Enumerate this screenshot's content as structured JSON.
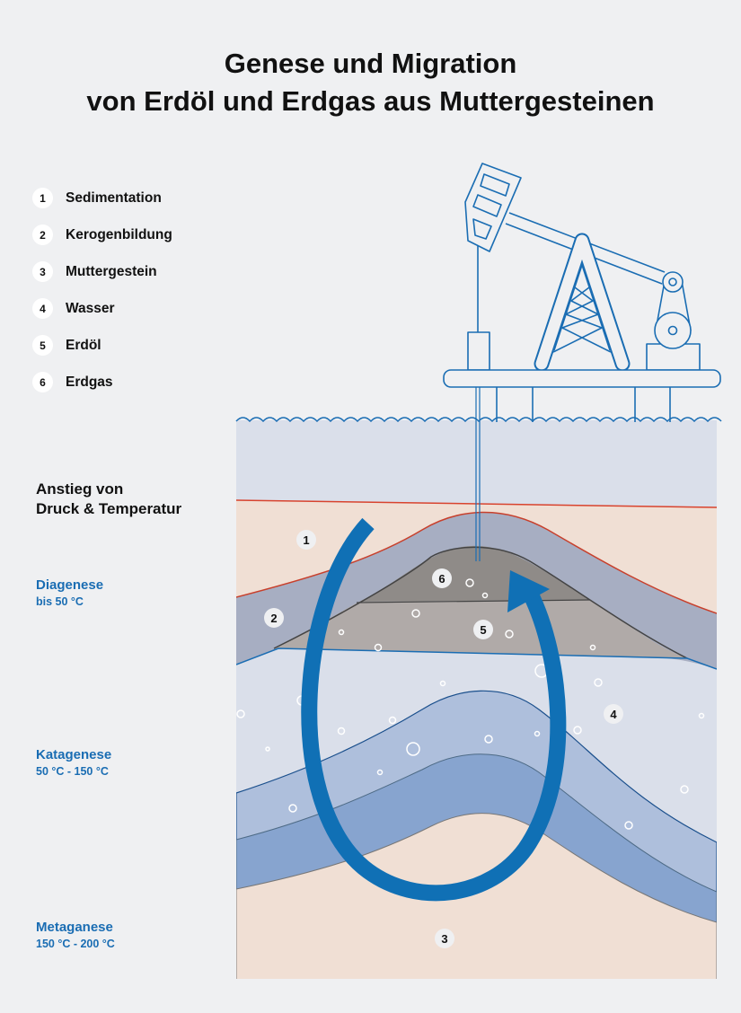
{
  "title": {
    "line1": "Genese und Migration",
    "line2": "von Erdöl und Erdgas aus Muttergesteinen"
  },
  "legend": [
    {
      "num": "1",
      "label": "Sedimentation"
    },
    {
      "num": "2",
      "label": "Kerogenbildung"
    },
    {
      "num": "3",
      "label": "Muttergestein"
    },
    {
      "num": "4",
      "label": "Wasser"
    },
    {
      "num": "5",
      "label": "Erdöl"
    },
    {
      "num": "6",
      "label": "Erdgas"
    }
  ],
  "side": {
    "heading_line1": "Anstieg von",
    "heading_line2": "Druck & Temperatur",
    "stages": [
      {
        "name": "Diagenese",
        "range": "bis 50 °C"
      },
      {
        "name": "Katagenese",
        "range": "50 °C - 150 °C"
      },
      {
        "name": "Metaganese",
        "range": "150 °C - 200 °C"
      }
    ]
  },
  "diagram_badges": {
    "b1": "1",
    "b2": "2",
    "b3": "3",
    "b4": "4",
    "b5": "5",
    "b6": "6"
  },
  "colors": {
    "accent_blue": "#1070b5",
    "water": "#dadfea",
    "sediment": "#f0dfd4",
    "kerogen": "#a7aec2",
    "gas": "#8f8b88",
    "oil": "#b0aaa8"
  }
}
